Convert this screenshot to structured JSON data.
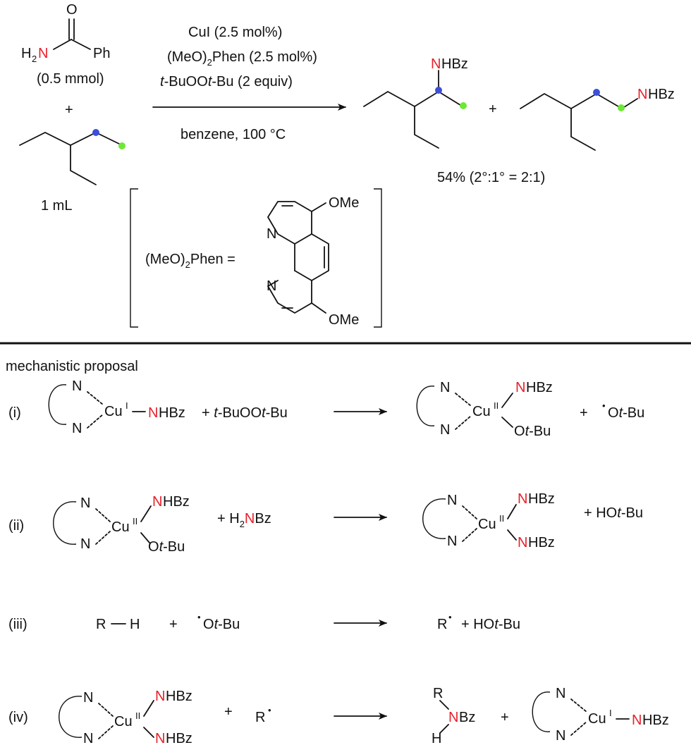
{
  "colors": {
    "nitrogen": "#e8202a",
    "secondary_site_dot": "#3b4fd8",
    "primary_site_dot": "#6ee834",
    "ink": "#111111"
  },
  "reaction": {
    "amide": {
      "oxygen": "O",
      "n_prefix": "H",
      "n_sub": "2",
      "n_atom": "N",
      "phenyl": "Ph",
      "amount": "(0.5 mmol)"
    },
    "plus": "+",
    "alkane_amount": "1 mL",
    "conditions": {
      "line1": "CuI (2.5 mol%)",
      "line2_a": "(MeO)",
      "line2_sub": "2",
      "line2_b": "Phen (2.5 mol%)",
      "line3_a": "t",
      "line3_b": "-BuOO",
      "line3_c": "t",
      "line3_d": "-Bu (2 equiv)",
      "line4": "benzene, 100 °C"
    },
    "product_amide_n": "N",
    "product_amide_rest": "HBz",
    "yield": "54% (2°:1° = 2:1)"
  },
  "ligand_box": {
    "label_a": "(MeO)",
    "label_sub": "2",
    "label_b": "Phen =",
    "ring_n": "N",
    "ome": "OMe"
  },
  "mechanism": {
    "heading": "mechanistic proposal",
    "atoms": {
      "n": "N",
      "cu": "Cu",
      "cu_I": "I",
      "cu_II": "II",
      "nhbz_n": "N",
      "nhbz_rest": "HBz",
      "o": "O",
      "t": "t",
      "bu": "-Bu",
      "h": "H",
      "r": "R",
      "bz": "Bz",
      "dot": "•"
    },
    "steps": [
      {
        "label": "(i)",
        "reagent": "+ ",
        "reagent_t1": "t",
        "reagent_mid": "-BuOO",
        "reagent_t2": "t",
        "reagent_end": "-Bu",
        "byproduct": "+"
      },
      {
        "label": "(ii)",
        "reagent": "+ H",
        "reagent_sub": "2",
        "reagent_n": "N",
        "reagent_end": "Bz",
        "byproduct": "+ HO",
        "byproduct_t": "t",
        "byproduct_end": "-Bu"
      },
      {
        "label": "(iii)",
        "reagent_a": "R",
        "reagent_b": "H",
        "plus": "+",
        "product_plus": "+ HO",
        "product_t": "t",
        "product_end": "-Bu"
      },
      {
        "label": "(iv)",
        "plus1": "+",
        "plus2": "+"
      }
    ]
  }
}
